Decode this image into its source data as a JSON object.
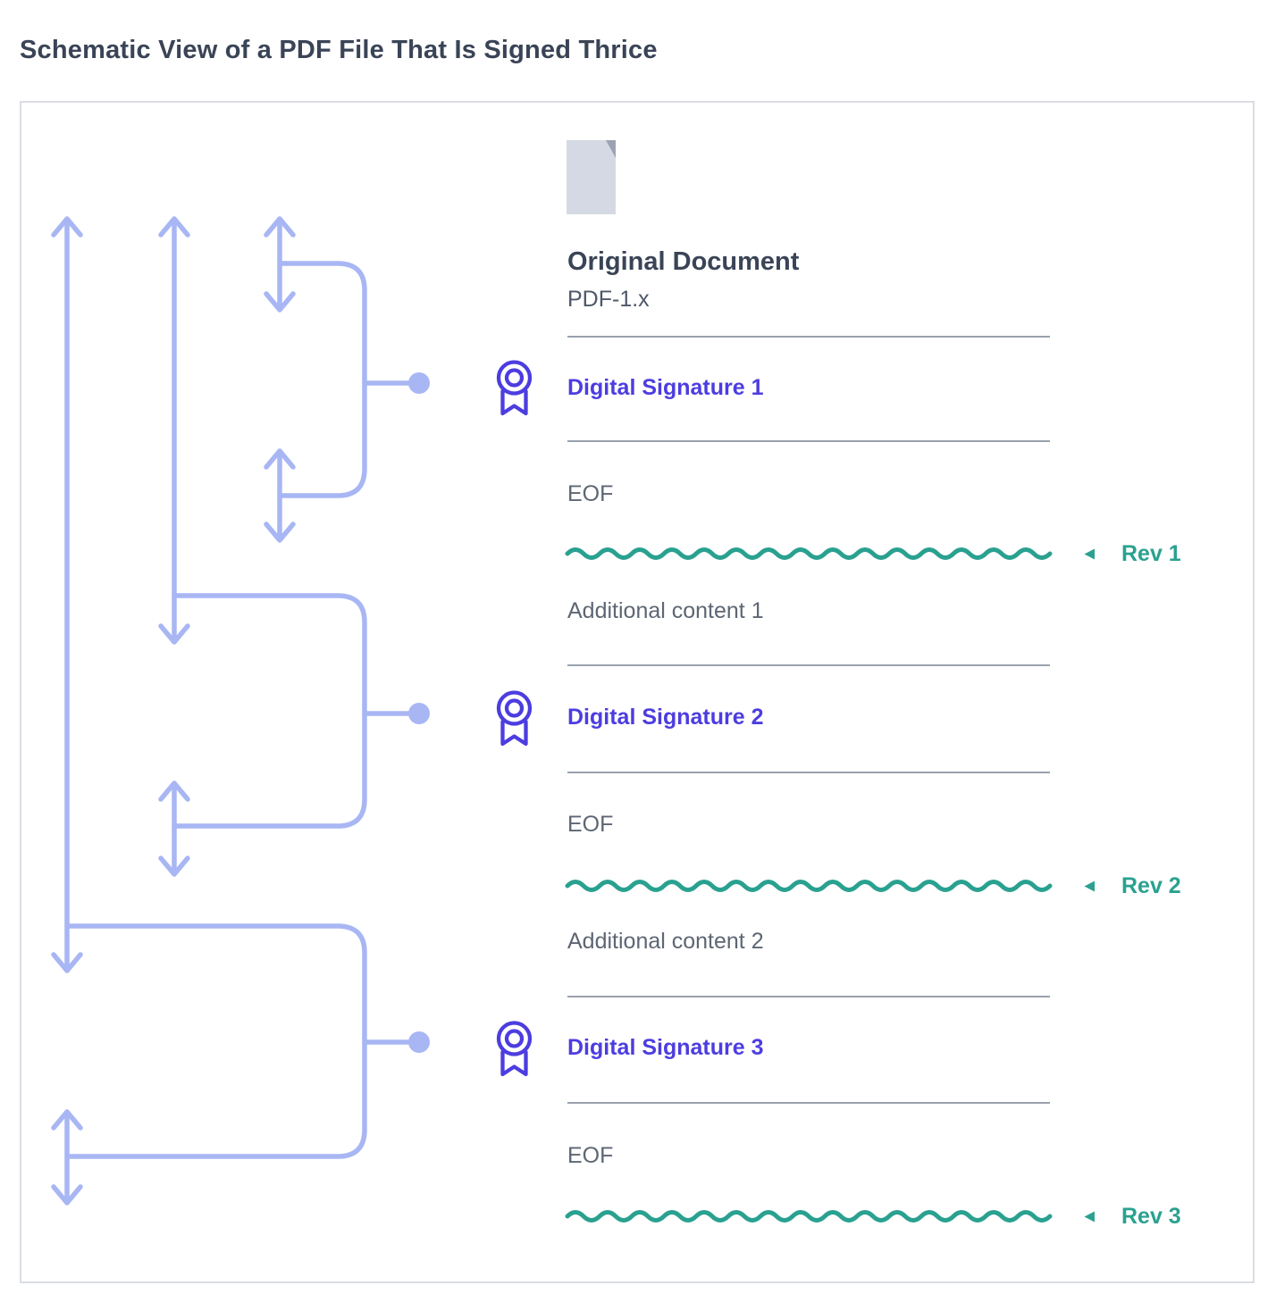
{
  "title": "Schematic View of a PDF File That Is Signed Thrice",
  "diagram": {
    "document": {
      "title": "Original Document",
      "format": "PDF-1.x",
      "icon": "file-icon"
    },
    "eof_label": "EOF",
    "signatures": [
      {
        "label": "Digital Signature 1",
        "icon": "award-ribbon-icon"
      },
      {
        "label": "Digital Signature 2",
        "icon": "award-ribbon-icon"
      },
      {
        "label": "Digital Signature 3",
        "icon": "award-ribbon-icon"
      }
    ],
    "additional_contents": [
      {
        "label": "Additional content 1"
      },
      {
        "label": "Additional content 2"
      }
    ],
    "revisions": [
      {
        "label": "Rev 1",
        "marker": "left-triangle-icon"
      },
      {
        "label": "Rev 2",
        "marker": "left-triangle-icon"
      },
      {
        "label": "Rev 3",
        "marker": "left-triangle-icon"
      }
    ],
    "colors": {
      "signature_purple": "#4c3de0",
      "revision_teal": "#2aa190",
      "range_periwinkle": "#a8b6f4",
      "text_dark": "#3a4457",
      "text_gray": "#5d6673",
      "divider_gray": "#9aa1ad",
      "border_gray": "#dadde4",
      "doc_icon_body": "#d5d9e3",
      "doc_icon_fold": "#9ba3b2"
    }
  }
}
